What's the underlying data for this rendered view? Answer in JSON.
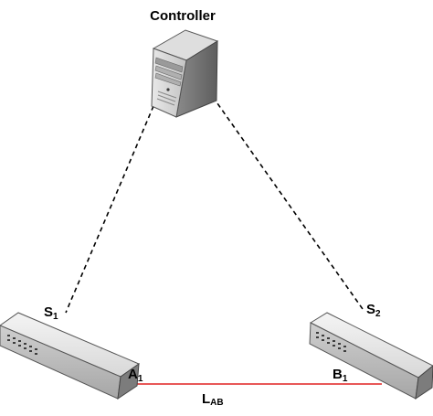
{
  "controller": {
    "label": "Controller",
    "icon": "server-tower-icon"
  },
  "switches": [
    {
      "id": "s1",
      "label": "S",
      "subscript": "1",
      "icon": "network-switch-icon"
    },
    {
      "id": "s2",
      "label": "S",
      "subscript": "2",
      "icon": "network-switch-icon"
    }
  ],
  "ports": [
    {
      "id": "a1",
      "label": "A",
      "subscript": "1"
    },
    {
      "id": "b1",
      "label": "B",
      "subscript": "1"
    }
  ],
  "link": {
    "label": "L",
    "subscript": "AB",
    "color": "#e02020"
  },
  "control_links": {
    "style": "dashed",
    "color": "#000000"
  }
}
